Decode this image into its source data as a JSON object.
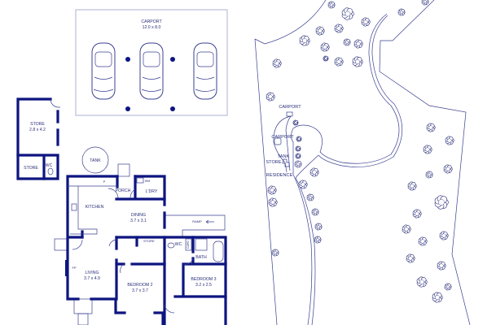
{
  "carport": {
    "title": "CARPORT",
    "size": "12.0 x 8.0"
  },
  "outbuilding": {
    "store_main": {
      "name": "STORE",
      "size": "2.8 x 4.2"
    },
    "store_small": "STORE",
    "wc": "WC"
  },
  "tank": "TANK",
  "house": {
    "porch": "PORCH",
    "pantry": "P",
    "washing_machine": "WM",
    "laundry": "L'DRY",
    "kitchen": "KITCHEN",
    "dining": {
      "name": "DINING",
      "size": "3.7 x 3.1"
    },
    "ramp": "RAMP",
    "store": "STORE",
    "wc": "WC",
    "cupboard": "CUPD",
    "bath": "BATH",
    "fireplace": "FP",
    "living": {
      "name": "LIVING",
      "size": "3.7 x 4.9"
    },
    "bedroom2": {
      "name": "BEDROOM 2",
      "size": "3.7 x 3.7"
    },
    "bedroom3": {
      "name": "BEDROOM 3",
      "size": "3.2 x 2.5"
    }
  },
  "site": {
    "carport_top": "CARPORT",
    "carport_side": "CARPORT",
    "tank": "TANK",
    "store": "STORE",
    "residence": "RESIDENCE"
  },
  "colors": {
    "wall": "#0d1580",
    "text": "#2a2f7a",
    "thin": "#9aa0c8"
  }
}
